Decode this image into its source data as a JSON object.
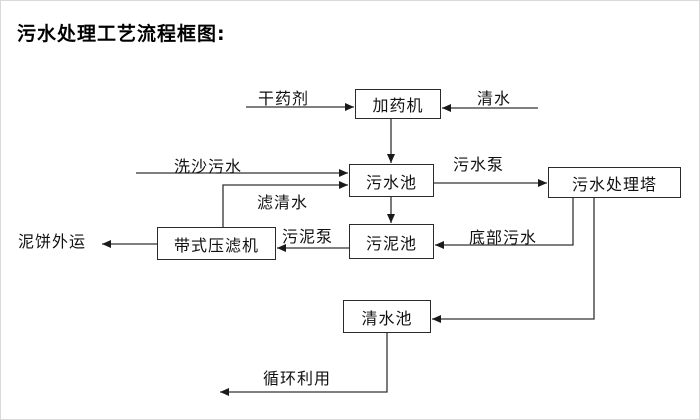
{
  "title": "污水处理工艺流程框图:",
  "diagram": {
    "nodes": {
      "dosing_machine": {
        "label": "加药机"
      },
      "sewage_pool": {
        "label": "污水池"
      },
      "treatment_tower": {
        "label": "污水处理塔"
      },
      "sludge_pool": {
        "label": "污泥池"
      },
      "belt_filter_press": {
        "label": "带式压滤机"
      },
      "clean_water_pool": {
        "label": "清水池"
      }
    },
    "flow_labels": {
      "dry_chemical": "干药剂",
      "clean_water": "清水",
      "sand_washing_sewage": "洗沙污水",
      "sewage_pump": "污水泵",
      "filtered_water": "滤清水",
      "sludge_pump": "污泥泵",
      "bottom_sewage": "底部污水",
      "mud_cake_out": "泥饼外运",
      "recycle": "循环利用"
    },
    "edges": [
      {
        "from": "干药剂",
        "to": "加药机"
      },
      {
        "from": "清水",
        "to": "加药机"
      },
      {
        "from": "加药机",
        "to": "污水池"
      },
      {
        "from": "洗沙污水",
        "to": "污水池"
      },
      {
        "from": "带式压滤机",
        "to": "污水池",
        "label": "滤清水"
      },
      {
        "from": "污水池",
        "to": "污水处理塔",
        "label": "污水泵"
      },
      {
        "from": "污水池",
        "to": "污泥池"
      },
      {
        "from": "污水处理塔",
        "to": "污泥池",
        "label": "底部污水"
      },
      {
        "from": "污泥池",
        "to": "带式压滤机",
        "label": "污泥泵"
      },
      {
        "from": "带式压滤机",
        "to": "泥饼外运"
      },
      {
        "from": "污水处理塔",
        "to": "清水池"
      },
      {
        "from": "清水池",
        "to": "循环利用"
      }
    ],
    "colors": {
      "line": "#333333",
      "arrowhead": "#1a1a1a",
      "box_border": "#2b2b2b",
      "text": "#111111",
      "background": "#ffffff"
    }
  }
}
